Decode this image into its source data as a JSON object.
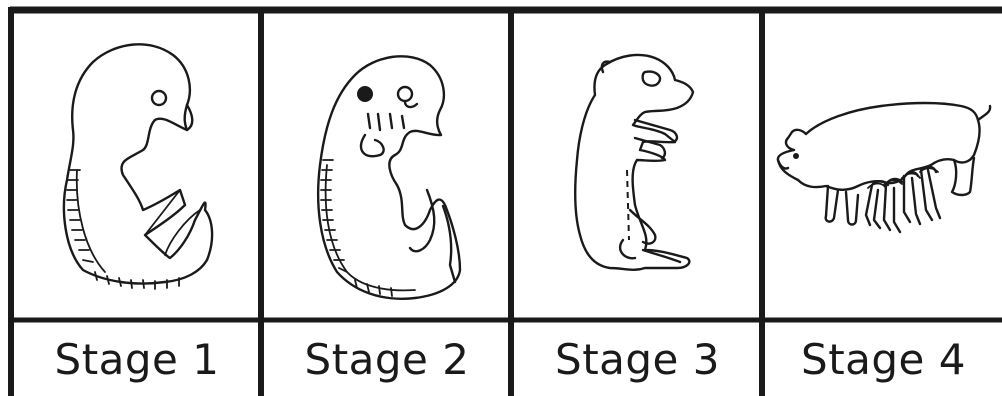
{
  "stages": [
    {
      "label": "Stage 1"
    },
    {
      "label": "Stage 2"
    },
    {
      "label": "Stage 3"
    },
    {
      "label": "Stage 4"
    }
  ]
}
